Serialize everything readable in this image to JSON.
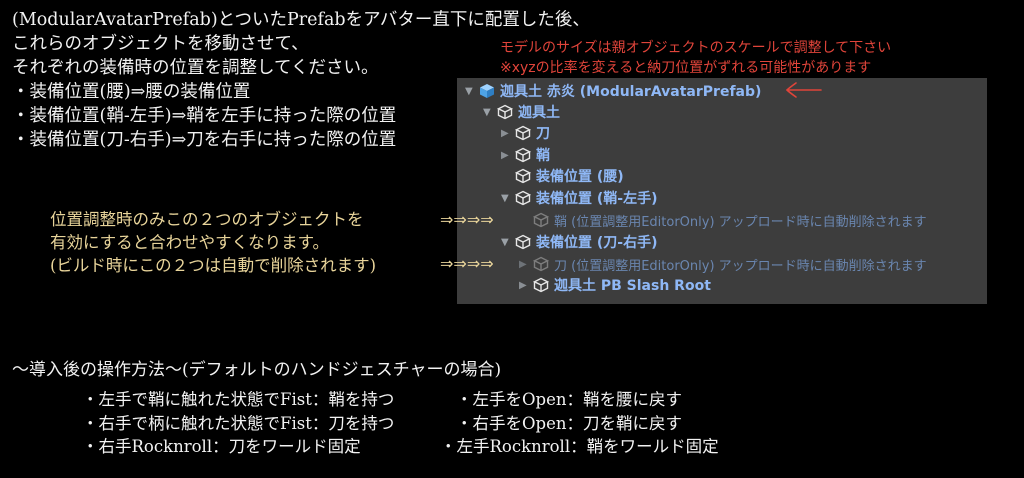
{
  "intro": {
    "lines": [
      "(ModularAvatarPrefab)とついたPrefabをアバター直下に配置した後、",
      "これらのオブジェクトを移動させて、",
      "それぞれの装備時の位置を調整してください。",
      "・装備位置(腰)⇒腰の装備位置",
      "・装備位置(鞘-左手)⇒鞘を左手に持った際の位置",
      "・装備位置(刀-右手)⇒刀を右手に持った際の位置"
    ]
  },
  "red_note": {
    "line1": "モデルのサイズは親オブジェクトのスケールで調整して下さい",
    "line2": "※xyzの比率を変えると納刀位置がずれる可能性があります"
  },
  "hierarchy": {
    "items": [
      {
        "label": "迦具土 赤炎 (ModularAvatarPrefab)",
        "icon": "prefab-cube-icon"
      },
      {
        "label": "迦具土",
        "icon": "cube-icon"
      },
      {
        "label": "刀",
        "icon": "cube-icon"
      },
      {
        "label": "鞘",
        "icon": "cube-icon"
      },
      {
        "label": "装備位置 (腰)",
        "icon": "cube-icon"
      },
      {
        "label": "装備位置 (鞘-左手)",
        "icon": "cube-icon"
      },
      {
        "label": "鞘 (位置調整用EditorOnly) アップロード時に自動削除されます",
        "icon": "cube-icon"
      },
      {
        "label": "装備位置 (刀-右手)",
        "icon": "cube-icon"
      },
      {
        "label": "刀 (位置調整用EditorOnly) アップロード時に自動削除されます",
        "icon": "cube-icon"
      },
      {
        "label": "迦具土 PB Slash Root",
        "icon": "cube-icon"
      }
    ]
  },
  "yellow_note": {
    "line1": "位置調整時のみこの２つのオブジェクトを",
    "line2": "有効にすると合わせやすくなります。",
    "line3": "(ビルド時にこの２つは自動で削除されます)",
    "arrows": "⇒⇒⇒⇒"
  },
  "operations": {
    "title": "〜導入後の操作方法〜(デフォルトのハンドジェスチャーの場合)",
    "left": [
      "・左手で鞘に触れた状態でFist：鞘を持つ",
      "・右手で柄に触れた状態でFist：刀を持つ",
      "・右手Rocknroll：刀をワールド固定"
    ],
    "right": [
      "・左手をOpen：鞘を腰に戻す",
      "・右手をOpen：刀を鞘に戻す",
      "・左手Rocknroll：鞘をワールド固定"
    ]
  },
  "colors": {
    "background": "#000000",
    "panel": "#3d3d3d",
    "red": "#e0443a",
    "yellow": "#e8d49a",
    "blue_label": "#8fb8f6"
  }
}
